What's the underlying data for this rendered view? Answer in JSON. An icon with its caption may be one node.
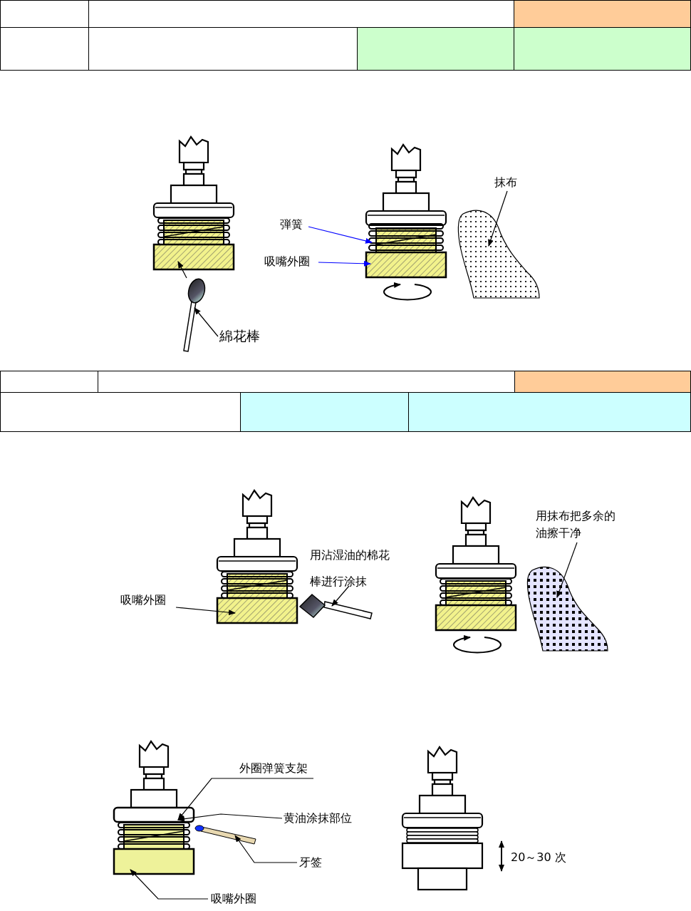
{
  "diagram": {
    "nodes": [
      {
        "text": [],
        "shape": "box"
      },
      {
        "text": [],
        "shape": "picture"
      },
      {
        "text": [
          "綿花棒"
        ]
      },
      {
        "text": [
          "弾簧"
        ]
      },
      {
        "text": [
          "吸嘴外圈"
        ]
      },
      {
        "text": [],
        "shape": "spring"
      },
      {
        "text": [],
        "shape": "box"
      },
      {
        "text": [
          "抹布"
        ]
      },
      {
        "text": [],
        "shape": "cloth"
      },
      {
        "text": [
          "吸嘴外圈"
        ]
      },
      {
        "text": [],
        "shape": "box"
      },
      {
        "text": [
          "用沾湿油的棉花棒进行涂抹"
        ]
      },
      {
        "text": [],
        "shape": "picture"
      },
      {
        "text": [
          "用抹布把多余的油擦干净"
        ]
      },
      {
        "text": [],
        "shape": "cloth"
      },
      {
        "text": [
          "外圈弹簧支架"
        ]
      },
      {
        "text": [],
        "shape": "box"
      },
      {
        "text": [
          "黄油涂抹部位"
        ]
      },
      {
        "text": [
          "牙签"
        ]
      },
      {
        "text": [],
        "shape": "stick"
      },
      {
        "text": [
          "吸嘴外圈"
        ]
      },
      {
        "text": [],
        "shape": "box"
      }
    ],
    "edges": [
      {
        "from": 1,
        "to": 0,
        "arrow": "to"
      },
      {
        "from": 2,
        "to": 1,
        "arrow": "to"
      },
      {
        "from": 3,
        "to": 5,
        "arrow": "to",
        "color": "#0000ff"
      },
      {
        "from": 4,
        "to": 6,
        "arrow": "to",
        "color": "#0000ff"
      },
      {
        "from": 7,
        "to": 8,
        "arrow": "to"
      },
      {
        "from": 9,
        "to": 10,
        "arrow": "to"
      },
      {
        "from": 11,
        "to": 12,
        "arrow": "to"
      },
      {
        "from": 13,
        "to": 14,
        "arrow": "to"
      },
      {
        "from": 15,
        "to": 16,
        "arrow": "to"
      },
      {
        "from": 17,
        "to": 16,
        "arrow": "to"
      },
      {
        "from": 18,
        "to": 19,
        "arrow": "to"
      },
      {
        "from": 20,
        "to": 21,
        "arrow": "to"
      }
    ],
    "labels": [
      "20～30 次"
    ]
  }
}
